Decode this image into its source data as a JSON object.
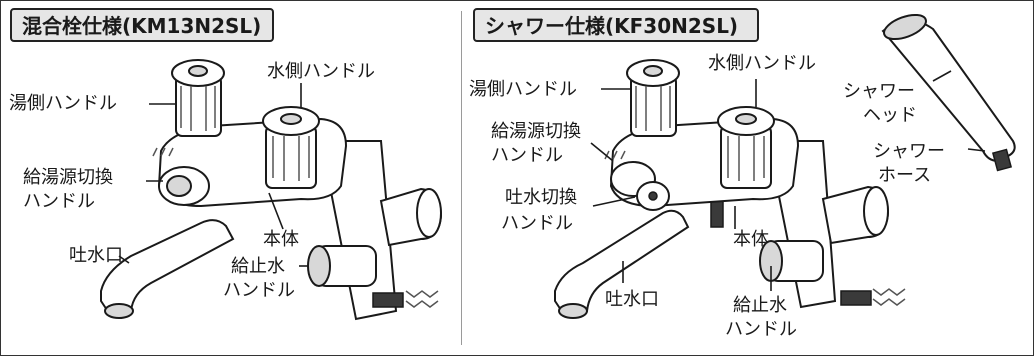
{
  "left": {
    "title": "混合栓仕様(KM13N2SL)",
    "labels": {
      "hot_handle": "湯側ハンドル",
      "cold_handle": "水側ハンドル",
      "source_switch": [
        "給湯源切換",
        "ハンドル"
      ],
      "body": "本体",
      "spout": "吐水口",
      "supply_stop": [
        "給止水",
        "ハンドル"
      ]
    }
  },
  "right": {
    "title": "シャワー仕様(KF30N2SL)",
    "labels": {
      "hot_handle": "湯側ハンドル",
      "cold_handle": "水側ハンドル",
      "source_switch": [
        "給湯源切換",
        "ハンドル"
      ],
      "spout_switch": [
        "吐水切換",
        "ハンドル"
      ],
      "body": "本体",
      "spout": "吐水口",
      "supply_stop": [
        "給止水",
        "ハンドル"
      ],
      "shower_head": [
        "シャワー",
        "ヘッド"
      ],
      "shower_hose": [
        "シャワー",
        "ホース"
      ]
    }
  }
}
